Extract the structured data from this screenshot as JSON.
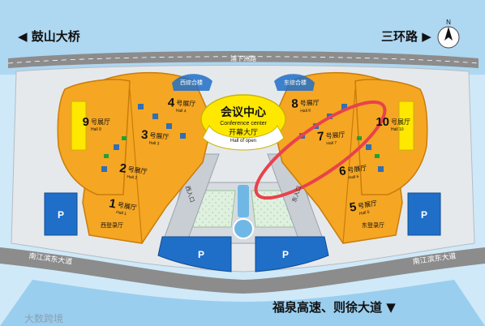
{
  "directions": {
    "top_left": "◀ 鼓山大桥",
    "top_right": "三环路 ▶",
    "bottom": "福泉高速、则徐大道 ▼"
  },
  "roads": {
    "top": "浦下洲路",
    "left": "南江滨东大道",
    "right": "南江滨东大道"
  },
  "compass": {
    "label": "N"
  },
  "center": {
    "cn": "会议中心",
    "en": "Conference center",
    "hall_cn": "开幕大厅",
    "hall_en": "Hall of open"
  },
  "buildings": {
    "west": "西综合楼",
    "east": "东综合楼",
    "west_entry": "西登录厅",
    "east_entry": "东登录厅",
    "west_gate": "西入口",
    "east_gate": "东入口"
  },
  "halls": [
    {
      "num": "1",
      "cn": "号展厅",
      "en": "Hall 1"
    },
    {
      "num": "2",
      "cn": "号展厅",
      "en": "Hall 2"
    },
    {
      "num": "3",
      "cn": "号展厅",
      "en": "Hall 3"
    },
    {
      "num": "4",
      "cn": "号展厅",
      "en": "Hall 4"
    },
    {
      "num": "5",
      "cn": "号展厅",
      "en": "Hall 5"
    },
    {
      "num": "6",
      "cn": "号展厅",
      "en": "Hall 6"
    },
    {
      "num": "7",
      "cn": "号展厅",
      "en": "Hall 7"
    },
    {
      "num": "8",
      "cn": "号展厅",
      "en": "Hall 8"
    },
    {
      "num": "9",
      "cn": "号展厅",
      "en": "Hall 9"
    },
    {
      "num": "10",
      "cn": "号展厅",
      "en": "Hall 10"
    }
  ],
  "parking": {
    "label": "P"
  },
  "watermark": "大数跨境",
  "colors": {
    "hall": "#f5a623",
    "hall_stroke": "#c97d0a",
    "conference": "#ffe800",
    "water": "#6fb8e6",
    "road": "#8c8c8c",
    "parking": "#1f6fc9",
    "highlight": "#e8424d"
  }
}
